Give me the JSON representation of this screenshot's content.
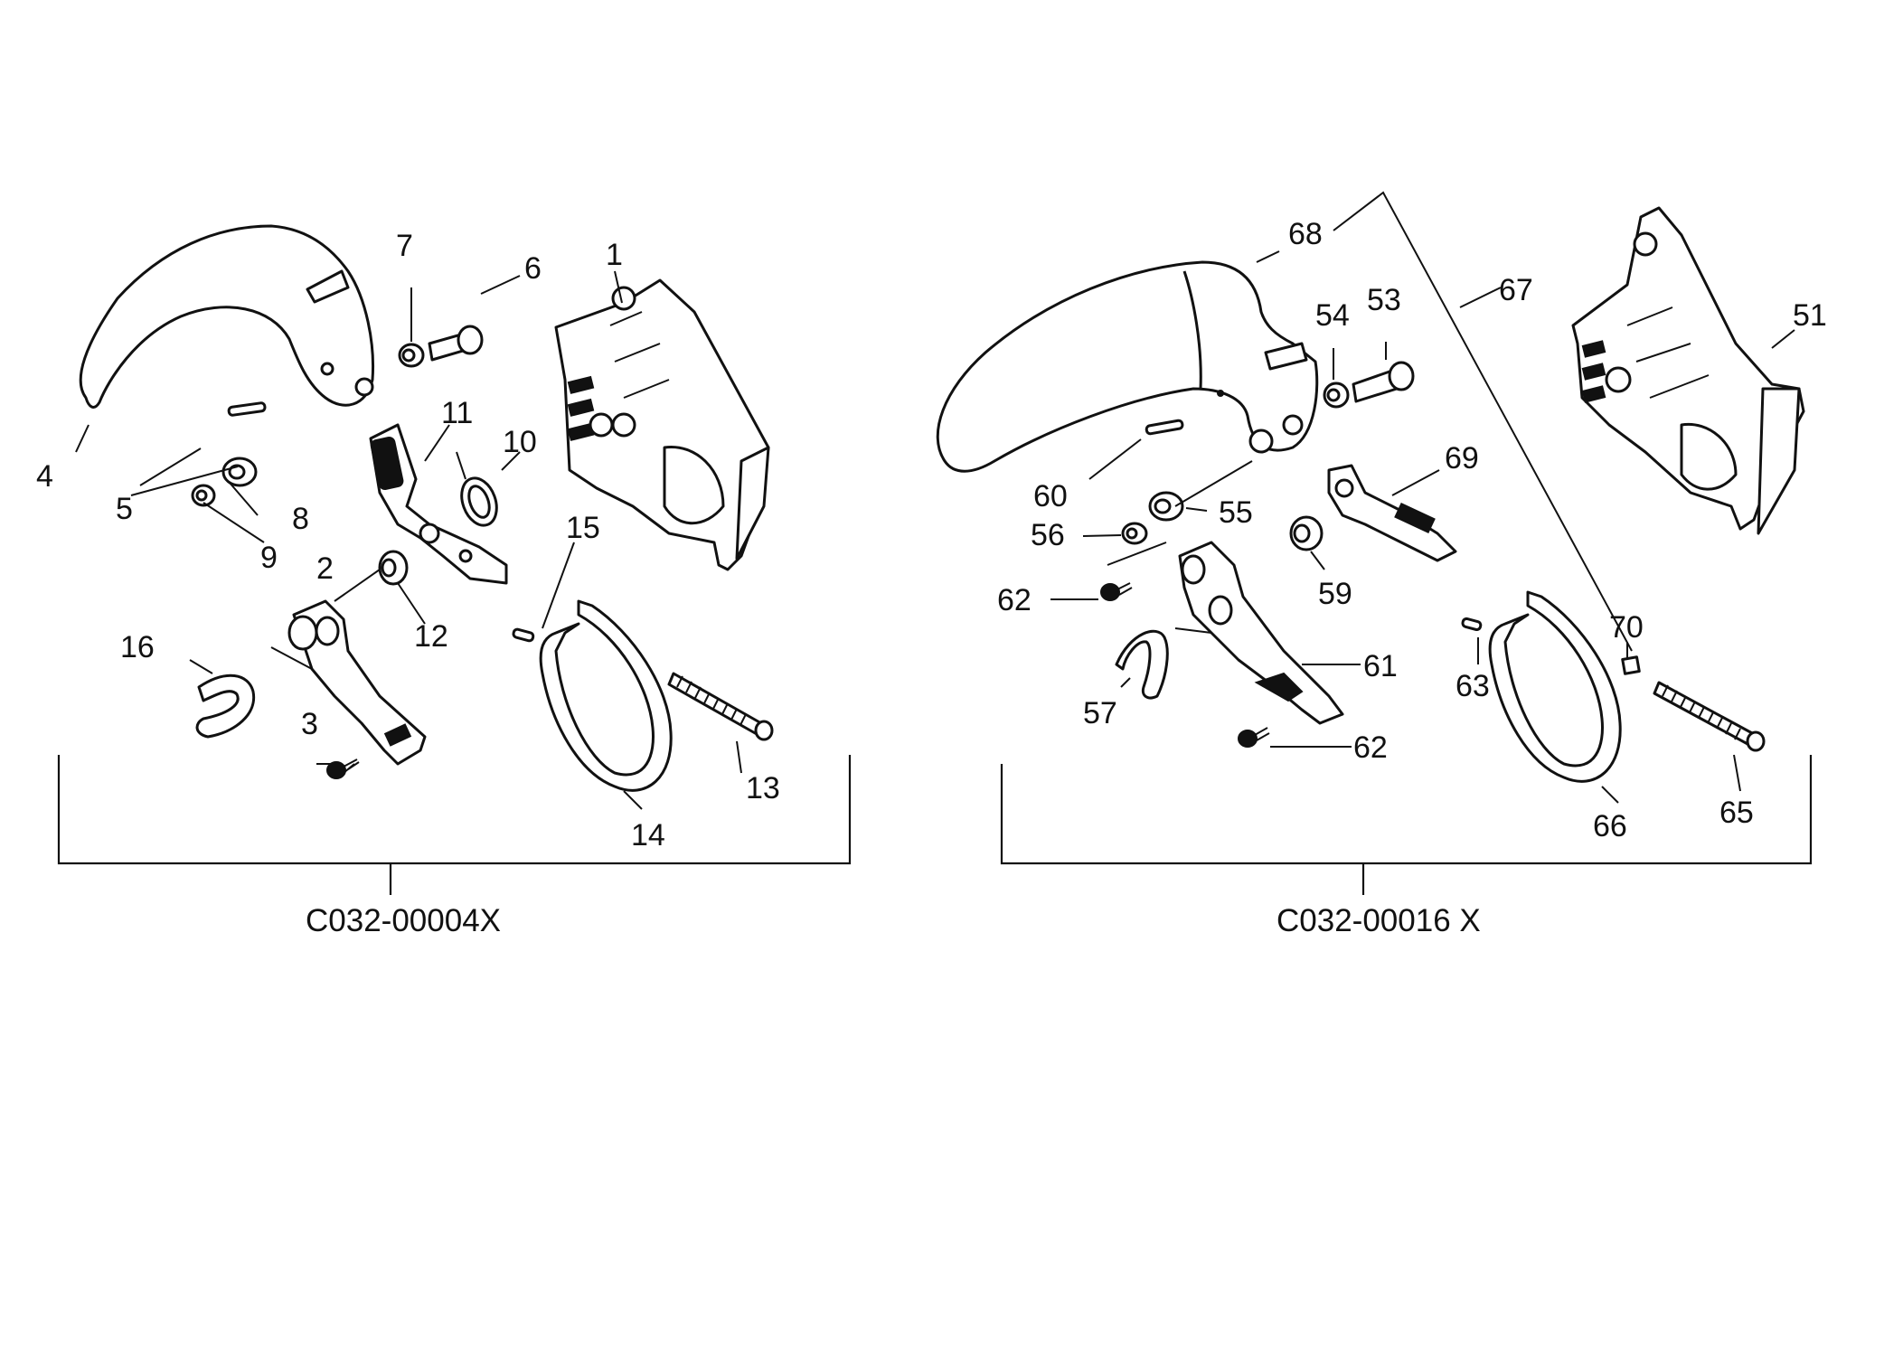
{
  "assemblies": [
    {
      "code": "C032-00004X"
    },
    {
      "code": "C032-00016 X"
    }
  ],
  "callouts": {
    "c1": "1",
    "c2": "2",
    "c3": "3",
    "c4": "4",
    "c5": "5",
    "c6": "6",
    "c7": "7",
    "c8": "8",
    "c9": "9",
    "c10": "10",
    "c11": "11",
    "c12": "12",
    "c13": "13",
    "c14": "14",
    "c15": "15",
    "c16": "16",
    "c51": "51",
    "c53": "53",
    "c54": "54",
    "c55": "55",
    "c56": "56",
    "c57": "57",
    "c59": "59",
    "c60": "60",
    "c61": "61",
    "c62a": "62",
    "c62b": "62",
    "c63": "63",
    "c65": "65",
    "c66": "66",
    "c67": "67",
    "c68": "68",
    "c69": "69",
    "c70": "70"
  },
  "colors": {
    "ink": "#111111",
    "paper": "#ffffff"
  }
}
